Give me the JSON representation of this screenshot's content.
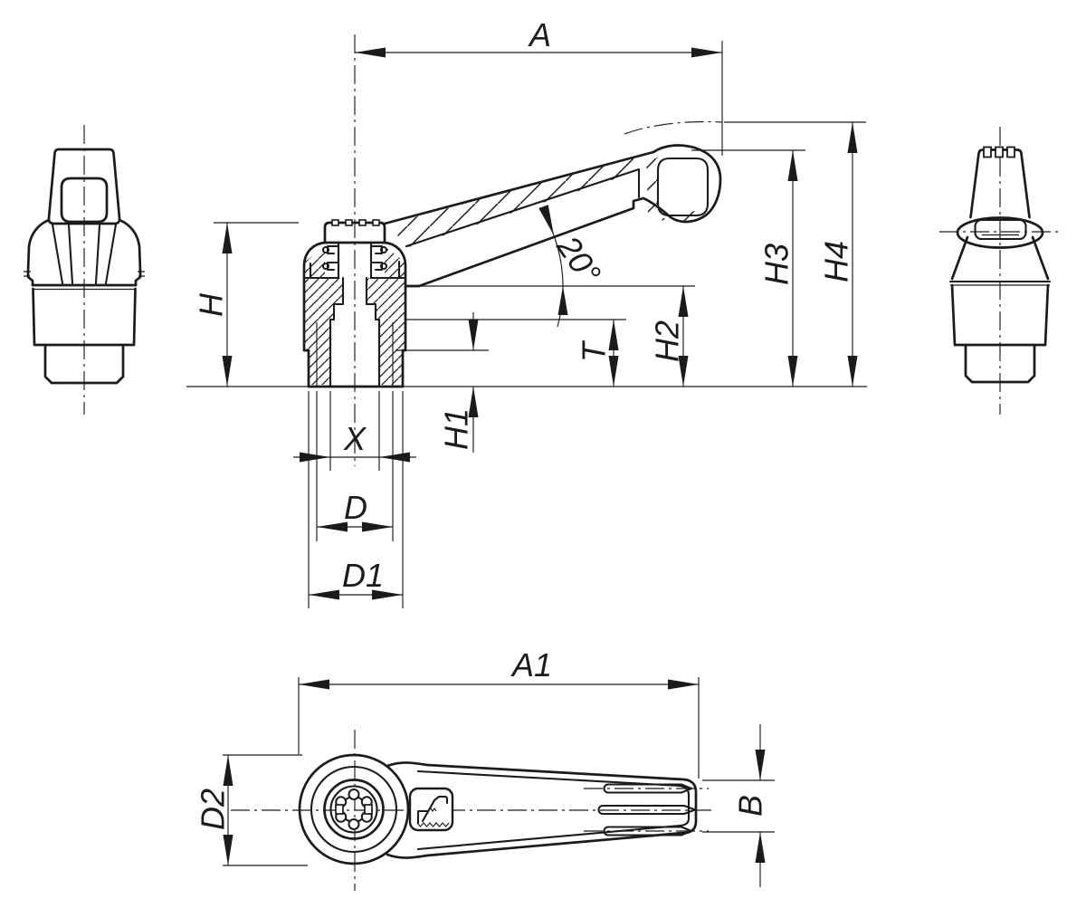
{
  "drawing": {
    "colors": {
      "line": "#1b1b1b",
      "background": "#ffffff"
    },
    "dims": {
      "a": "A",
      "a1": "A1",
      "b": "B",
      "d": "D",
      "d1": "D1",
      "d2": "D2",
      "h": "H",
      "h1": "H1",
      "h2": "H2",
      "h3": "H3",
      "h4": "H4",
      "t": "T",
      "x": "X",
      "angle": "20°"
    }
  }
}
